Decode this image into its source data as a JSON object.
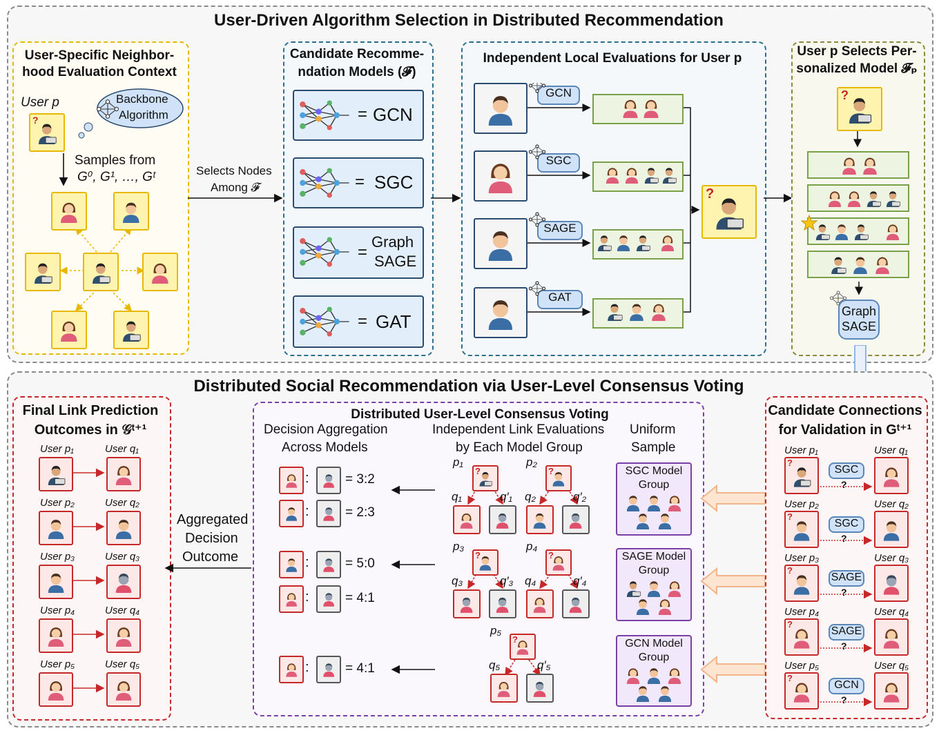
{
  "top": {
    "title": "User-Driven Algorithm Selection in Distributed Recommendation",
    "context_title_l1": "User-Specific Neighbor-",
    "context_title_l2": "hood Evaluation Context",
    "user_p": "User p",
    "backbone_l1": "Backbone",
    "backbone_l2": "Algorithm",
    "samples_l1": "Samples from",
    "samples_l2": "G⁰, G¹, …, Gᵗ",
    "selects_l1": "Selects Nodes",
    "selects_l2": "Among 𝓕",
    "candidate_title_l1": "Candidate Recomme-",
    "candidate_title_l2": "ndation Models (𝓕)",
    "models": [
      {
        "eq": "=",
        "name": "GCN"
      },
      {
        "eq": "=",
        "name": "SGC"
      },
      {
        "eq": "=",
        "name_l1": "Graph",
        "name_l2": "SAGE"
      },
      {
        "eq": "=",
        "name": "GAT"
      }
    ],
    "eval_title": "Independent Local Evaluations for User p",
    "eval_chips": [
      "GCN",
      "SGC",
      "SAGE",
      "GAT"
    ],
    "selects_title_l1": "User p Selects Per-",
    "selects_title_l2": "sonalized Model 𝓕ₚ",
    "result_chip_l1": "Graph",
    "result_chip_l2": "SAGE"
  },
  "bottom": {
    "title": "Distributed Social Recommendation via User-Level Consensus Voting",
    "final_title_l1": "Final Link Prediction",
    "final_title_l2": "Outcomes in 𝒢ᵗ⁺¹",
    "final_pairs": [
      {
        "p": "User p₁",
        "q": "User q₁"
      },
      {
        "p": "User p₂",
        "q": "User q₂"
      },
      {
        "p": "User p₃",
        "q": "User q₃"
      },
      {
        "p": "User p₄",
        "q": "User q₄"
      },
      {
        "p": "User p₅",
        "q": "User q₅"
      }
    ],
    "aggregated_l1": "Aggregated",
    "aggregated_l2": "Decision",
    "aggregated_l3": "Outcome",
    "voting_title": "Distributed User-Level Consensus Voting",
    "decision_l1": "Decision Aggregation",
    "decision_l2": "Across Models",
    "independent_l1": "Independent Link Evaluations",
    "independent_l2": "by Each Model Group",
    "uniform_l1": "Uniform",
    "uniform_l2": "Sample",
    "ratios": [
      "= 3:2",
      "= 2:3",
      "= 5:0",
      "= 4:1",
      "= 4:1"
    ],
    "colon": ":",
    "eval_labels": {
      "p1": "p₁",
      "q1": "q₁",
      "q1p": "q′₁",
      "p2": "p₂",
      "q2": "q₂",
      "q2p": "q′₂",
      "p3": "p₃",
      "q3": "q₃",
      "q3p": "q′₃",
      "p4": "p₄",
      "q4": "q₄",
      "q4p": "q′₄",
      "p5": "p₅",
      "q5": "q₅",
      "q5p": "q′₅"
    },
    "groups": [
      {
        "l1": "SGC Model",
        "l2": "Group"
      },
      {
        "l1": "SAGE Model",
        "l2": "Group"
      },
      {
        "l1": "GCN Model",
        "l2": "Group"
      }
    ],
    "candidate_title_l1": "Candidate Connections",
    "candidate_title_l2": "for Validation in Gᵗ⁺¹",
    "candidate_pairs": [
      {
        "p": "User p₁",
        "q": "User q₁",
        "model": "SGC"
      },
      {
        "p": "User p₂",
        "q": "User q₂",
        "model": "SGC"
      },
      {
        "p": "User p₃",
        "q": "User q₃",
        "model": "SAGE"
      },
      {
        "p": "User p₄",
        "q": "User q₄",
        "model": "SAGE"
      },
      {
        "p": "User p₅",
        "q": "User q₅",
        "model": "GCN"
      }
    ],
    "question": "?"
  },
  "colors": {
    "yellow": "#e6b800",
    "blue": "#2b6f8f",
    "teal": "#2b6f8f",
    "olive": "#8a8a3a",
    "red": "#c62828",
    "purple": "#7b3fa8",
    "orange_arrow": "#f2b48a",
    "blue_arrow": "#8fb6e6"
  }
}
